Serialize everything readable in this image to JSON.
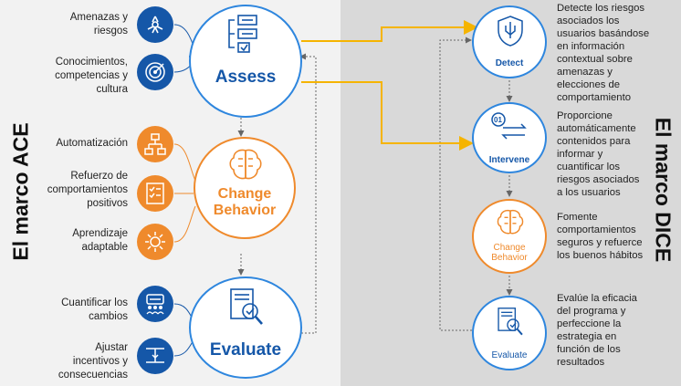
{
  "ace": {
    "title": "El marco ACE",
    "assess": {
      "label": "Assess",
      "items": [
        {
          "label": "Amenazas y\nriesgos",
          "icon": "hazard-icon"
        },
        {
          "label": "Conocimientos,\ncompetencias y\ncultura",
          "icon": "radar-target-icon"
        }
      ]
    },
    "change": {
      "label": "Change\nBehavior",
      "items": [
        {
          "label": "Automatización",
          "icon": "workflow-icon"
        },
        {
          "label": "Refuerzo de\ncomportamientos\npositivos",
          "icon": "checklist-icon"
        },
        {
          "label": "Aprendizaje\nadaptable",
          "icon": "adaptive-learning-icon"
        }
      ]
    },
    "evaluate": {
      "label": "Evaluate",
      "items": [
        {
          "label": "Cuantificar los\ncambios",
          "icon": "people-metrics-icon"
        },
        {
          "label": "Ajustar\nincentivos y\nconsecuencias",
          "icon": "scale-icon"
        }
      ]
    }
  },
  "dice": {
    "title": "El marco DICE",
    "stages": [
      {
        "label": "Detect",
        "description": "Detecte los riesgos\nasociados los\nusuarios basándose\nen información\ncontextual sobre\namenazas y\nelecciones de\ncomportamiento"
      },
      {
        "label": "Intervene",
        "description": "Proporcione\nautomáticamente\ncontenidos para\ninformar y\ncuantificar los\nriesgos asociados\na los usuarios"
      },
      {
        "label": "Change\nBehavior",
        "description": "Fomente\ncomportamientos\nseguros y refuerce\nlos buenos hábitos"
      },
      {
        "label": "Evaluate",
        "description": "Evalúe la eficacia\ndel programa y\nperfeccione la\nestrategia en\nfunción de los\nresultados"
      }
    ]
  },
  "colors": {
    "blue": "#1557a8",
    "light_blue": "#2e86de",
    "orange": "#ef8a2c",
    "arrow_yellow": "#f5b400",
    "left_bg": "#f2f2f2",
    "right_bg": "#d9d9d9"
  }
}
